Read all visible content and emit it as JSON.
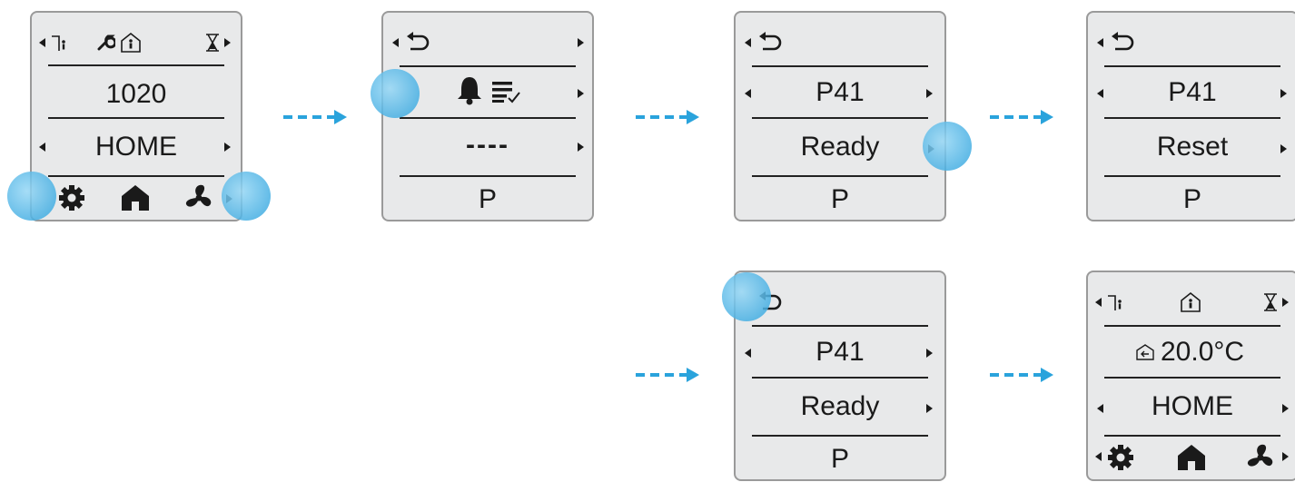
{
  "screens": {
    "s1": {
      "value": "1020",
      "mode": "HOME"
    },
    "s2": {
      "value": "----",
      "footer": "P"
    },
    "s3": {
      "param": "P41",
      "state": "Ready",
      "footer": "P"
    },
    "s4": {
      "param": "P41",
      "state": "Reset",
      "footer": "P"
    },
    "s5": {
      "param": "P41",
      "state": "Ready",
      "footer": "P"
    },
    "s6": {
      "temp": "20.0°C",
      "mode": "HOME"
    }
  },
  "icons": [
    "back-arrow-icon",
    "bell-icon",
    "checklist-icon",
    "gear-icon",
    "house-icon",
    "fan-icon",
    "wrench-icon",
    "person-door-icon",
    "person-house-icon",
    "hourglass-icon",
    "return-air-icon"
  ],
  "colors": {
    "touch": "#2aa3dc",
    "arrow": "#2aa3dc",
    "screen_bg": "#e8e9ea"
  }
}
